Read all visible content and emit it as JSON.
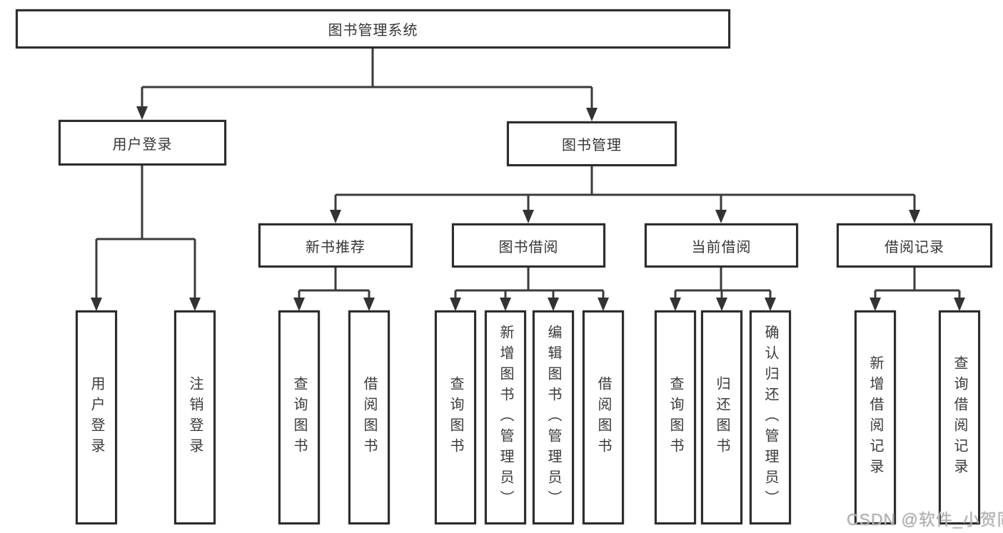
{
  "diagram": {
    "type": "hierarchy-flowchart",
    "colors": {
      "line": "#3b3b3b",
      "box_border": "#2d2d2d",
      "box_fill": "#ffffff",
      "text": "#363636",
      "watermark": "#b3b3b3"
    },
    "tree": {
      "label": "图书管理系统",
      "children": [
        {
          "label": "用户登录",
          "children": [
            {
              "label": "用户登录"
            },
            {
              "label": "注销登录"
            }
          ]
        },
        {
          "label": "图书管理",
          "children": [
            {
              "label": "新书推荐",
              "children": [
                {
                  "label": "查询图书"
                },
                {
                  "label": "借阅图书"
                }
              ]
            },
            {
              "label": "图书借阅",
              "children": [
                {
                  "label": "查询图书"
                },
                {
                  "label": "新增图书（管理员）"
                },
                {
                  "label": "编辑图书（管理员）"
                },
                {
                  "label": "借阅图书"
                }
              ]
            },
            {
              "label": "当前借阅",
              "children": [
                {
                  "label": "查询图书"
                },
                {
                  "label": "归还图书"
                },
                {
                  "label": "确认归还（管理员）"
                }
              ]
            },
            {
              "label": "借阅记录",
              "children": [
                {
                  "label": "新增借阅记录"
                },
                {
                  "label": "查询借阅记录"
                }
              ]
            }
          ]
        }
      ]
    }
  },
  "watermark": "CSDN @软件_小贺同学"
}
